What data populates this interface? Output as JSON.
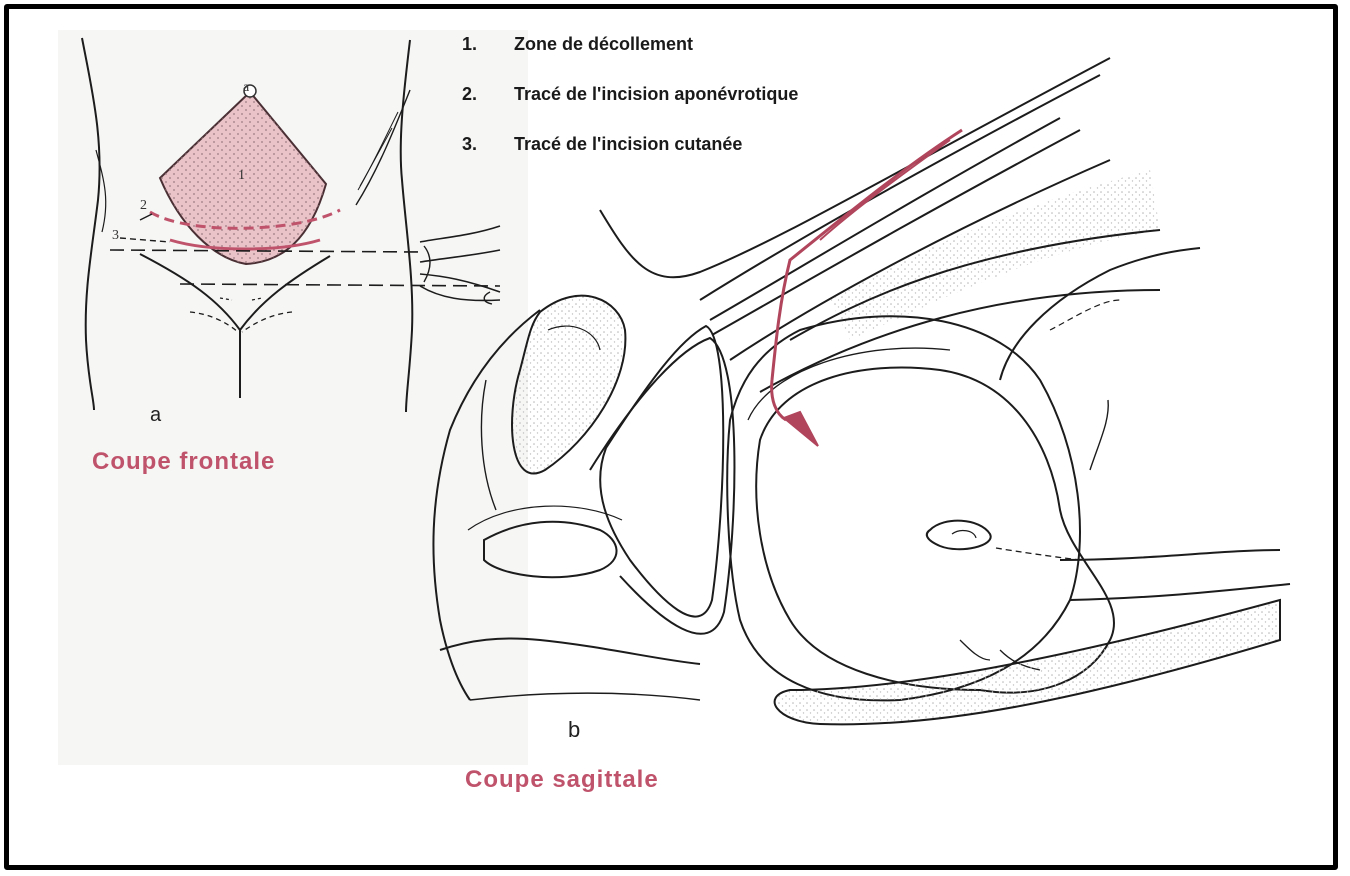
{
  "legend": [
    {
      "num": "1.",
      "text": "Zone de décollement"
    },
    {
      "num": "2.",
      "text": "Tracé de l'incision aponévrotique"
    },
    {
      "num": "3.",
      "text": "Tracé de l'incision cutanée"
    }
  ],
  "figure_a": {
    "letter": "a",
    "caption": "Coupe frontale",
    "markers": [
      "a",
      "1",
      "2",
      "3"
    ]
  },
  "figure_b": {
    "letter": "b",
    "caption": "Coupe sagittale"
  },
  "colors": {
    "accent": "#c0536c",
    "zone_fill": "#e9c3c8",
    "line": "#1c1c1c",
    "frame": "#000000"
  }
}
